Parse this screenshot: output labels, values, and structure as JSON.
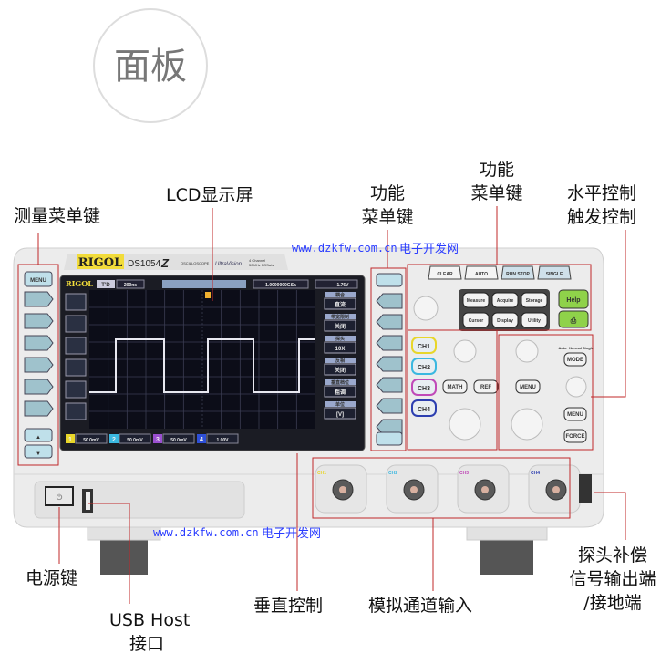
{
  "badge": {
    "title": "面板"
  },
  "callouts": {
    "measure_menu": "测量菜单键",
    "lcd": "LCD显示屏",
    "func_menu_1": [
      "功能",
      "菜单键"
    ],
    "func_menu_2": [
      "功能",
      "菜单键"
    ],
    "horizontal_trigger": [
      "水平控制",
      "触发控制"
    ],
    "power": "电源键",
    "usb": [
      "USB Host",
      "接口"
    ],
    "vertical": "垂直控制",
    "analog_inputs": "模拟通道输入",
    "probe_comp": [
      "探头补偿",
      "信号输出端",
      "/接地端"
    ]
  },
  "watermark": {
    "url": "www.dzkfw.com.cn",
    "name": "电子开发网"
  },
  "device": {
    "brand": "RIGOL",
    "model": "DS1054",
    "model_suffix": "Z",
    "type": "OSCILLOSCOPE",
    "tech": "UltraVision",
    "spec": [
      "4 Channel",
      "50MHz 1GSa/s"
    ],
    "left_menu_label": "MENU",
    "screen": {
      "status": "T'D",
      "timebase": "200ns",
      "sample_rate": "1.0000000GSa",
      "trigger_level": "1.76V",
      "channels": [
        {
          "num": "1",
          "scale": "50.0mV",
          "color": "#e8d62a"
        },
        {
          "num": "2",
          "scale": "50.0mV",
          "color": "#3bb8e0"
        },
        {
          "num": "3",
          "scale": "50.0mV",
          "color": "#9a4fd0"
        },
        {
          "num": "4",
          "scale": "1.00V",
          "color": "#2d4fd8"
        }
      ],
      "right_menu": [
        {
          "title": "耦合",
          "value": "直流"
        },
        {
          "title": "带宽限制",
          "value": "关闭"
        },
        {
          "title": "探头",
          "value": "10X"
        },
        {
          "title": "反相",
          "value": "关闭"
        },
        {
          "title": "垂直档位",
          "value": "粗调"
        },
        {
          "title": "单位",
          "value": "[V]"
        }
      ]
    },
    "top_buttons": [
      "CLEAR",
      "AUTO",
      "RUN STOP",
      "SINGLE"
    ],
    "menu_buttons": [
      "Measure",
      "Acquire",
      "Storage",
      "Cursor",
      "Display",
      "Utility"
    ],
    "help_label": "Help",
    "channel_buttons": [
      "CH1",
      "CH2",
      "CH3",
      "CH4"
    ],
    "math_label": "MATH",
    "ref_label": "REF",
    "h_menu_label": "MENU",
    "trigger": {
      "modes": [
        "Auto",
        "Normal",
        "Single"
      ],
      "mode_label": "MODE",
      "menu_label": "MENU",
      "force_label": "FORCE"
    },
    "bnc_labels": [
      "CH1",
      "CH2",
      "CH3",
      "CH4"
    ]
  }
}
